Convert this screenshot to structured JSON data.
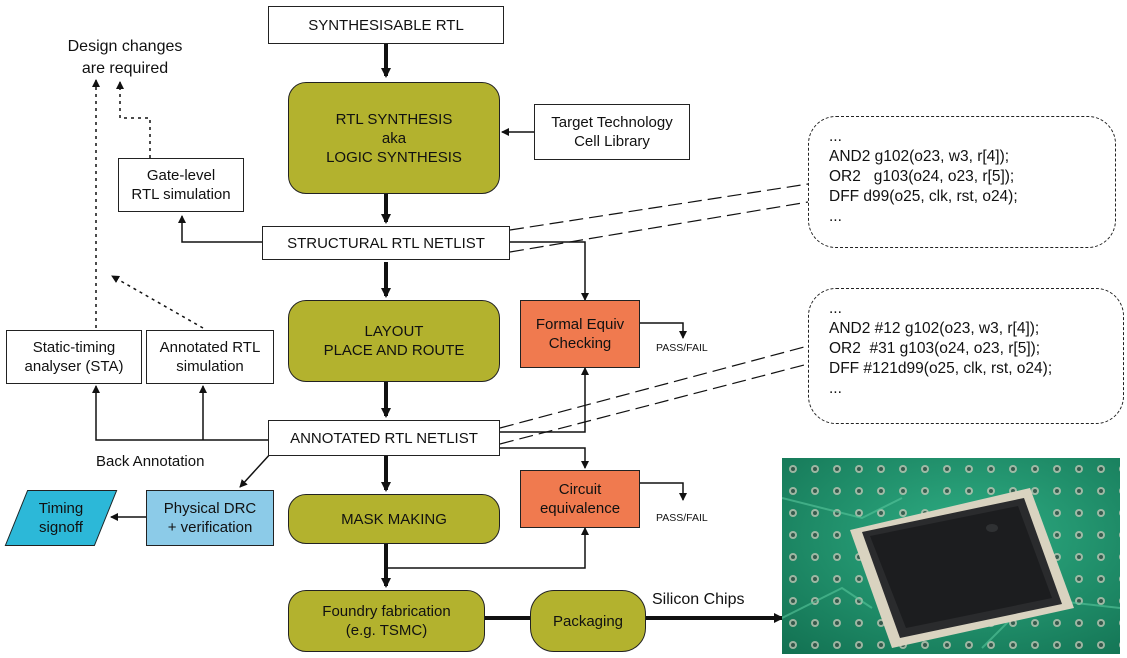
{
  "nodes": {
    "synth_rtl": "SYNTHESISABLE RTL",
    "rtl_synthesis": [
      "RTL SYNTHESIS",
      "aka",
      "LOGIC SYNTHESIS"
    ],
    "target_tech": [
      "Target Technology",
      "Cell  Library"
    ],
    "gate_level": [
      "Gate-level",
      "RTL simulation"
    ],
    "structural_netlist": "STRUCTURAL RTL NETLIST",
    "layout": [
      "LAYOUT",
      "PLACE AND ROUTE"
    ],
    "formal_equiv": [
      "Formal Equiv",
      "Checking"
    ],
    "sta": [
      "Static-timing",
      "analyser (STA)"
    ],
    "annotated_sim": [
      "Annotated RTL",
      "simulation"
    ],
    "annotated_netlist": "ANNOTATED  RTL NETLIST",
    "physical_drc": [
      "Physical DRC",
      "+ verification"
    ],
    "timing_signoff": [
      "Timing",
      "signoff"
    ],
    "mask_making": "MASK MAKING",
    "circuit_equiv": [
      "Circuit",
      "equivalence"
    ],
    "foundry": [
      "Foundry fabrication",
      "(e.g. TSMC)"
    ],
    "packaging": "Packaging"
  },
  "labels": {
    "design_changes": [
      "Design changes",
      "are required"
    ],
    "back_annotation": "Back Annotation",
    "pass_fail_1": "PASS/FAIL",
    "pass_fail_2": "PASS/FAIL",
    "silicon_chips": "Silicon Chips"
  },
  "code_structural": [
    "...",
    "AND2 g102(o23, w3, r[4]);",
    "OR2   g103(o24, o23, r[5]);",
    "DFF d99(o25, clk, rst, o24);",
    "..."
  ],
  "code_annotated": [
    "...",
    "AND2 #12 g102(o23, w3, r[4]);",
    "OR2  #31 g103(o24, o23, r[5]);",
    "DFF #121d99(o25, clk, rst, o24);",
    "..."
  ],
  "colors": {
    "olive": "#b3b22e",
    "orange": "#f07a4f",
    "light_blue": "#8ccbe8",
    "cyan": "#2cb8d8",
    "pcb_green": "#1f8f6a"
  }
}
